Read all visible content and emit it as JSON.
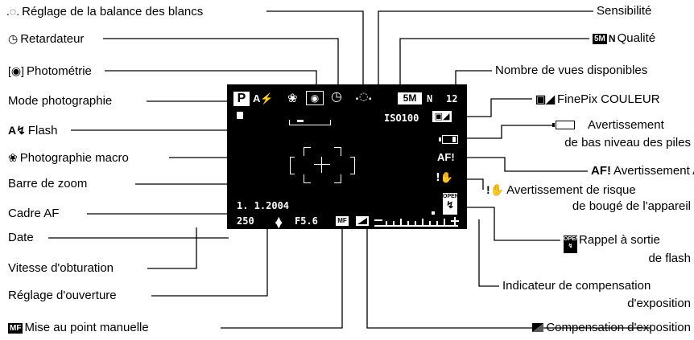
{
  "labels_left": {
    "white_balance": "Réglage de la balance des blancs",
    "self_timer": "Retardateur",
    "metering": "Photométrie",
    "shooting_mode": "Mode photographie",
    "flash": "Flash",
    "macro": "Photographie macro",
    "zoom_bar": "Barre de zoom",
    "af_frame": "Cadre AF",
    "date": "Date",
    "shutter_speed": "Vitesse d'obturation",
    "aperture": "Réglage d'ouverture",
    "manual_focus": "Mise au point manuelle"
  },
  "labels_right": {
    "sensitivity": "Sensibilité",
    "quality": "Qualité",
    "quality_badge": "5M",
    "quality_suffix": "N",
    "frames_available": "Nombre de vues disponibles",
    "finepix_color": "FinePix COULEUR",
    "battery_line1": "Avertissement",
    "battery_line2": "de bas niveau des piles",
    "af_warning_badge": "AF!",
    "af_warning": "Avertissement AF",
    "shake_line1": "Avertissement de risque",
    "shake_line2": "de bougé de l'appareil",
    "flash_popup_line1": "Rappel à sortie",
    "flash_popup_line2": "de flash",
    "flash_popup_badge": "OPEN",
    "exposure_indicator_line1": "Indicateur de compensation",
    "exposure_indicator_line2": "d'exposition",
    "exposure_comp": "Compensation d'exposition"
  },
  "screen": {
    "mode": "P",
    "flash_icon": "A⚡",
    "quality": "5M",
    "quality_n": "N",
    "frames": "12",
    "iso": "ISO100",
    "af_warning": "AF!",
    "date": "1. 1.2004",
    "shutter": "250",
    "aperture": "F5.6",
    "mf": "MF",
    "open": "OPEN"
  },
  "icons": {
    "white_balance": "light-bulb-icon",
    "self_timer": "timer-icon",
    "metering": "metering-icon",
    "flash": "flash-icon",
    "macro": "flower-icon",
    "battery": "battery-icon",
    "shake": "hand-shake-icon",
    "exposure": "exposure-comp-icon",
    "manual_focus": "mf-icon",
    "finepix": "finepix-color-icon"
  }
}
